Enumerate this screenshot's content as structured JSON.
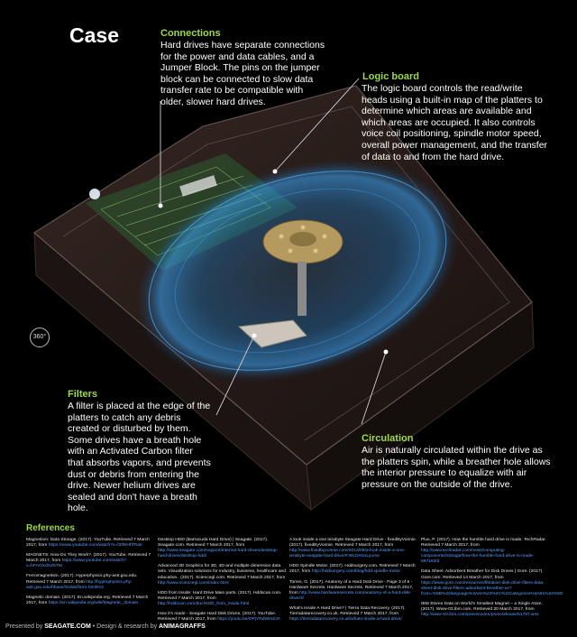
{
  "title": "Case",
  "badge": "360°",
  "sections": {
    "connections": {
      "heading": "Connections",
      "lines": [
        "Hard drives have separate connections",
        "for the power and data cables, and a",
        "Jumper Block. The pins on the jumper",
        "block can be connected to slow data",
        "transfer rate to be compatible with",
        "older, slower hard drives."
      ]
    },
    "logic": {
      "heading": "Logic board",
      "lines": [
        "The logic board controls the read/write",
        "heads using a built-in map of the platters to",
        "determine which areas are available and",
        "which areas are occupied. It also controls",
        "voice coil positioning, spindle motor speed,",
        "overall power management, and the transfer",
        "of data to and from the hard drive."
      ]
    },
    "filters": {
      "heading": "Filters",
      "lines": [
        "A filter is placed at the edge of the",
        "platters to catch any debris",
        "created or disturbed by them.",
        "Some drives have a breath hole",
        "with an Activated Carbon filter",
        "that absorbs vapors, and prevents",
        "dust or debris from entering the",
        "drive. Newer helium drives are",
        "sealed and don't have a breath",
        "hole."
      ]
    },
    "circulation": {
      "heading": "Circulation",
      "lines": [
        "Air is naturally circulated within the drive as",
        "the platters spin, while a breather hole allows",
        "the interior pressure to equalize with air",
        "pressure on the outside of the drive."
      ]
    }
  },
  "references": {
    "title": "References",
    "columns": [
      [
        {
          "text": "Magnetism: Data Storage. (2017). YouTube. Retrieved 7 March 2017, from",
          "url": "https://www.youtube.com/watch?v=f3IlNHhfTsxk"
        },
        {
          "text": "MAGNETS: How Do They Work?. (2017). YouTube. Retrieved 7 March 2017, from",
          "url": "https://www.youtube.com/watch?v=hFAOXdXZ5TM"
        },
        {
          "text": "Ferromagnetism. (2017). Hyperphysics.phy-astr.gsu.edu. Retrieved 7 March 2017, from",
          "url": "http://hyperphysics.phy-astr.gsu.edu/hbase/Solids/ferro.html#c2"
        },
        {
          "text": "Magnetic domain. (2017). En.wikipedia.org. Retrieved 7 March 2017, from",
          "url": "https://en.wikipedia.org/wiki/Magnetic_domain"
        }
      ],
      [
        {
          "text": "Desktop HDD (Barracuda Hard Drive) | Seagate. (2017). Seagate.com. Retrieved 7 March 2017, from",
          "url": "http://www.seagate.com/support/internal-hard-drives/desktop-hard-drives/desktop-hdd/"
        },
        {
          "text": "Advanced 3D Graphics for 3D, 4D and multiple dimension data sets. Visualization solutions for industry, business, healthcare and education.. (2017). Sciencegl.com. Retrieved 7 March 2017, from",
          "url": "http://www.sciencegl.com/index.html"
        },
        {
          "text": "HDD from Inside: Hard Drive Main parts. (2017). Hddscan.com. Retrieved 7 March 2017, from",
          "url": "http://hddscan.com/doc/HDD_from_inside.html"
        },
        {
          "text": "How it's made - Seagate Hard Disk Drives. (2017). YouTube. Retrieved 7 March 2017, from",
          "url": "https://youtu.be/OPjYRdWmZJA"
        }
      ],
      [
        {
          "text": "A look inside a one terabyte Seagate Hard Drive - fixedByVonnie. (2017). fixedByVonnie. Retrieved 7 March 2017, from",
          "url": "http://www.fixedbyvonnie.com/2013/09/a-look-inside-a-one-terabyte-seagate-hard-drive/#.WLDH1sLyuAw"
        },
        {
          "text": "HDD Spindle Motor. (2017). Hddsurgery.com. Retrieved 7 March 2017, from",
          "url": "http://hddsurgery.com/blog/hdd-spindle-motor"
        },
        {
          "text": "Torres, G. (2017). Anatomy of a Hard Disk Drive - Page 3 of 6 - Hardware Secrets. Hardware Secrets. Retrieved 7 March 2017, from",
          "url": "http://www.hardwaresecrets.com/anatomy-of-a-hard-disk-drive/3/"
        },
        {
          "text": "What's Inside A Hard Drive? | Tierra Data Recovery. (2017). Tierradatarecovery.co.uk. Retrieved 7 March 2017, from",
          "url": "https://tierradatarecovery.co.uk/whats-inside-a-hard-drive/"
        }
      ],
      [
        {
          "text": "Plus, P. (2017). How the humble hard drive is made. TechRadar. Retrieved 7 March 2017, from",
          "url": "http://www.techradar.com/news/computing-components/storage/how-the-humble-hard-drive-is-made-687163/2"
        },
        {
          "text": "Data Sheet: Adsorbent Breather for Disk Drives | Gore. (2017). Gore.com. Retrieved 14 March 2017, from",
          "url": "https://www.gore.com/resources/filtration-disk-drive-filters-data-sheet-disk-drive-filters-adsorbent-breather-us?from=%5B%22language%3Aen%22%2C%22categories%3A61%22%5D"
        },
        {
          "text": "IBM Stores Data on World's Smallest Magnet – a Single Atom. (2017). Www-03.ibm.com. Retrieved 20 March 2017, from",
          "url": "http://www-03.ibm.com/press/us/en/pressrelease/51787.wss"
        }
      ]
    ]
  },
  "footer": {
    "presented": "Presented by",
    "brand": "SEAGATE.COM",
    "sep": "•",
    "design": "Design & research by",
    "studio": "ANIMAGRAFFS"
  },
  "colors": {
    "accent": "#9bd94a",
    "link": "#5aa0ff",
    "background": "#000000"
  }
}
